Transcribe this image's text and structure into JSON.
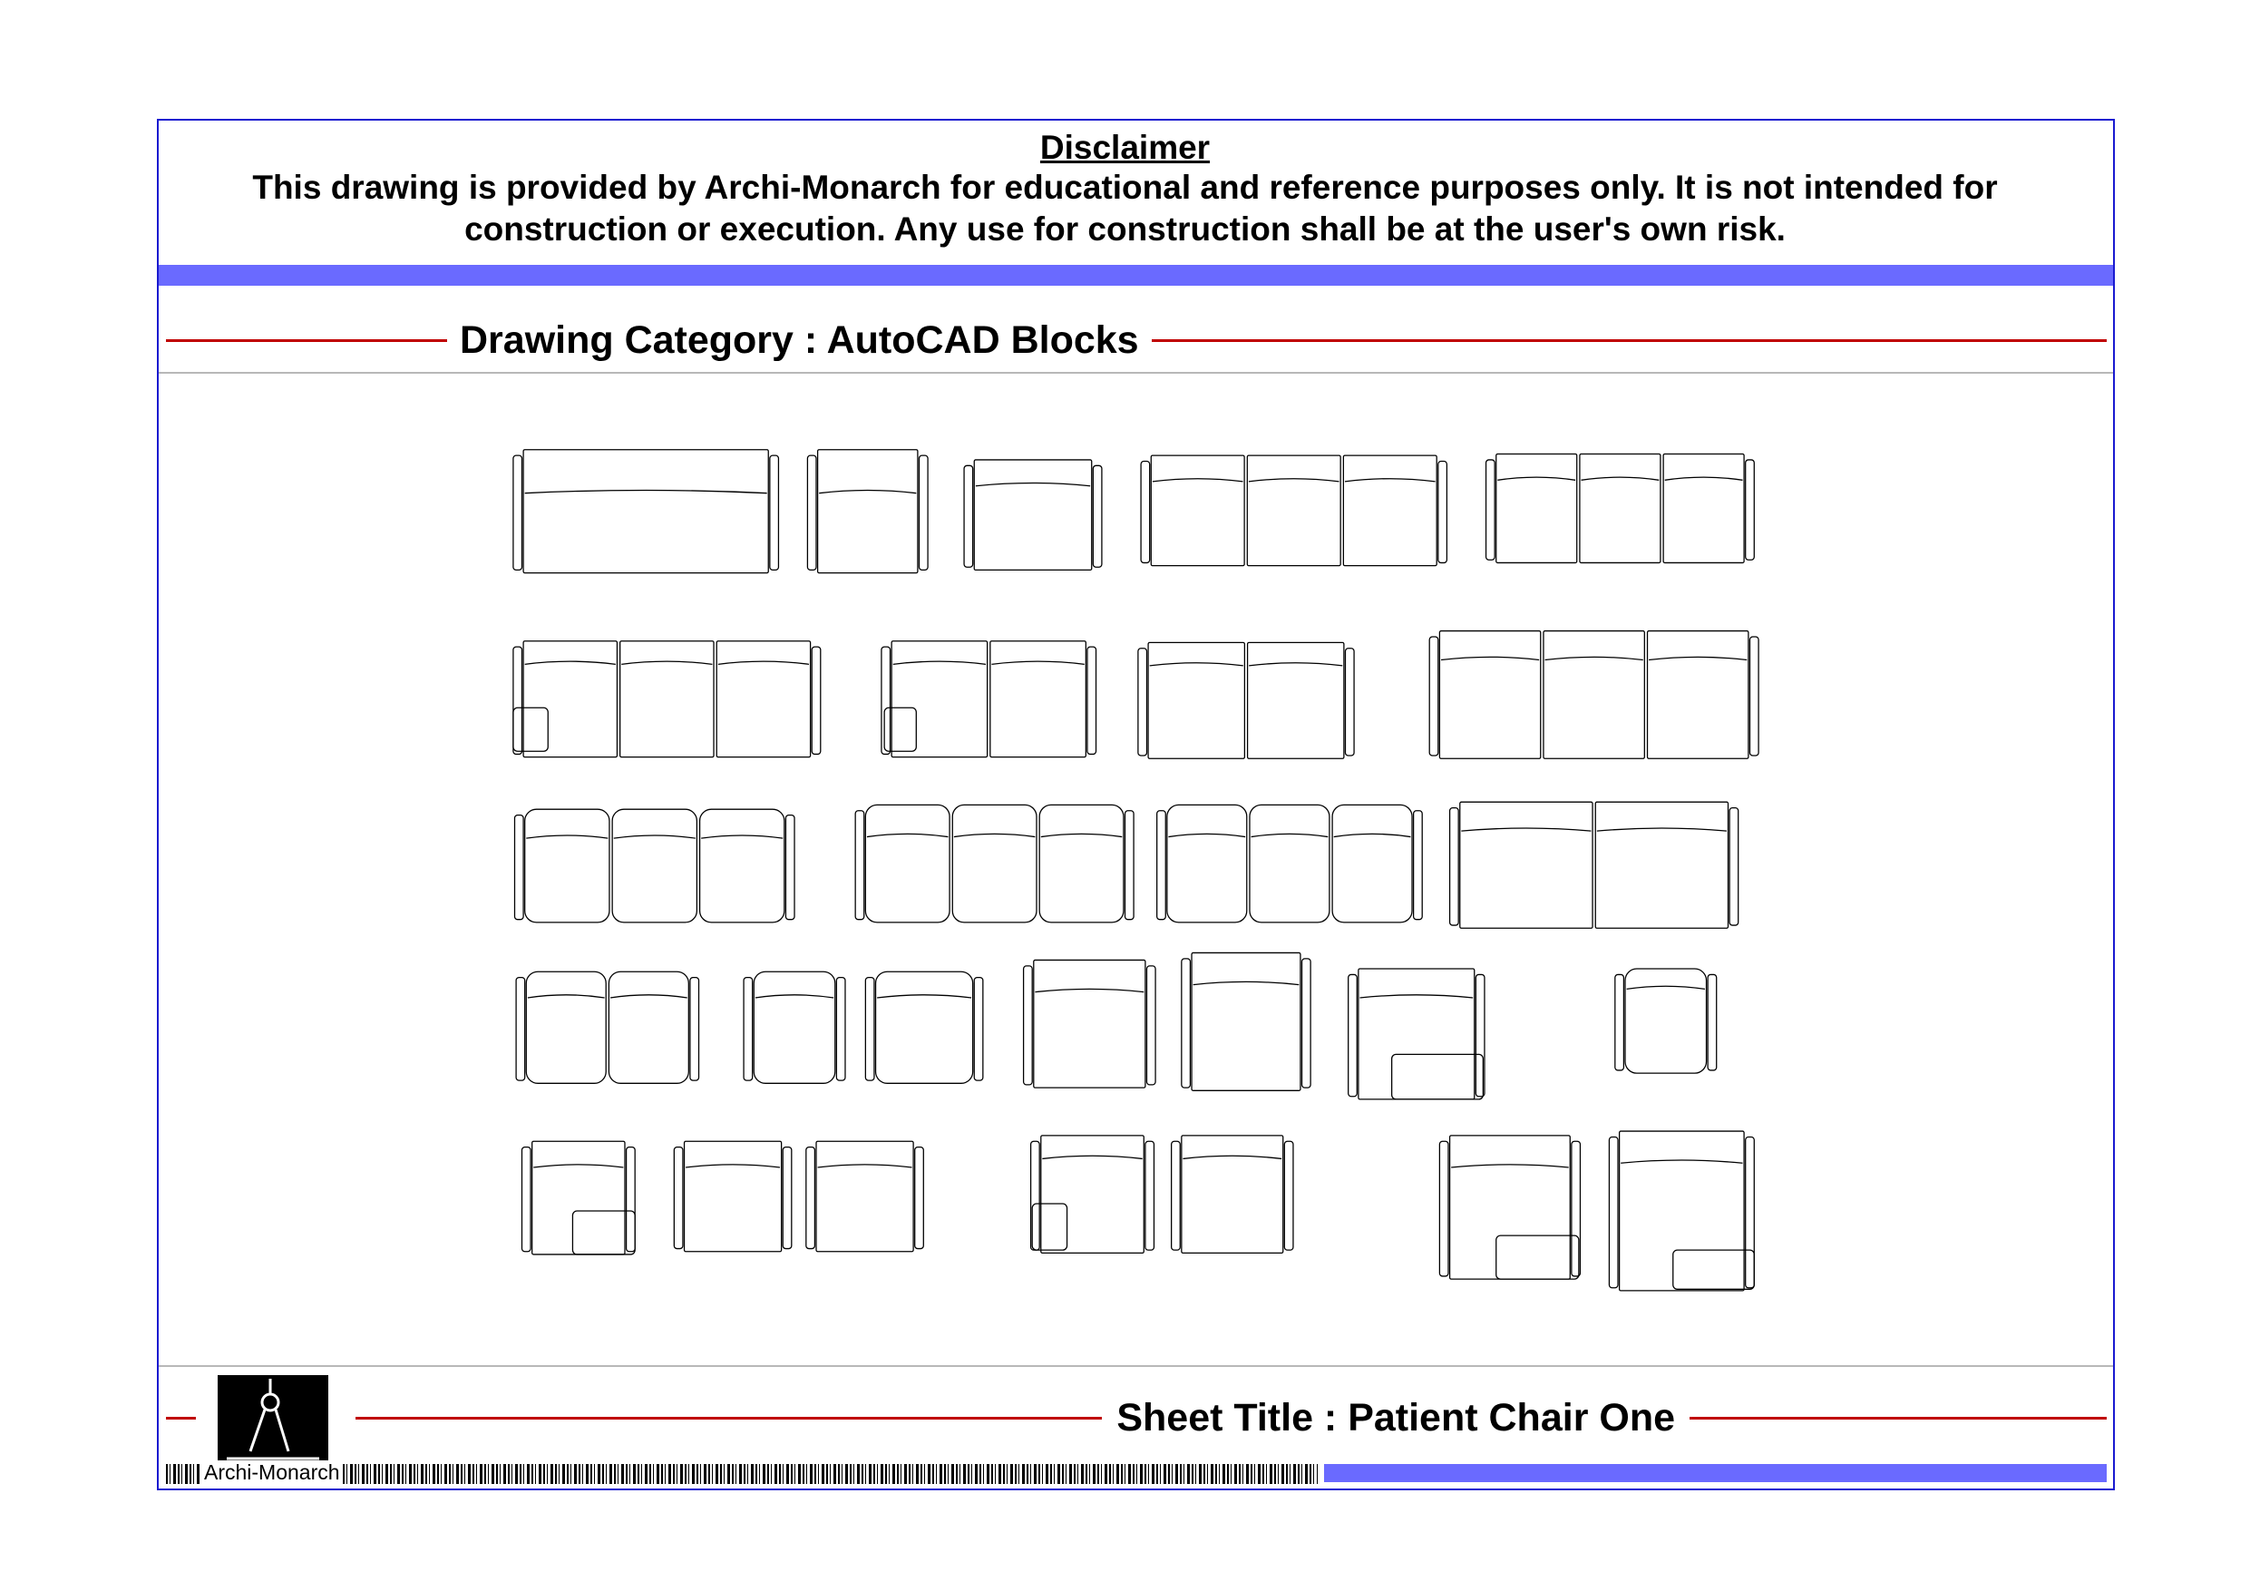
{
  "disclaimer": {
    "title": "Disclaimer",
    "text": "This drawing is provided by Archi-Monarch for educational and reference purposes only. It is not intended for construction or execution. Any use for construction shall be at the user's own risk."
  },
  "category": {
    "label": "Drawing Category : AutoCAD Blocks"
  },
  "sheet": {
    "label": "Sheet Title : Patient Chair One"
  },
  "brand": {
    "name": "Archi-Monarch"
  },
  "colors": {
    "frame": "#1a1ad0",
    "band": "#6a6aff",
    "rule": "#c00000"
  }
}
